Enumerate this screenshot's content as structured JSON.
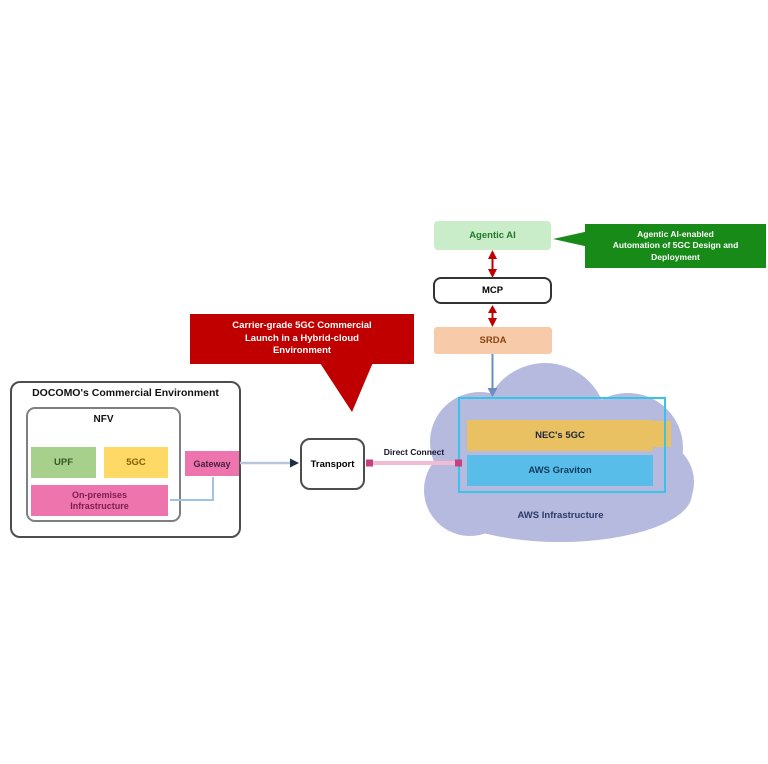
{
  "canvas": {
    "background": "#ffffff"
  },
  "ai_stack": {
    "agentic_ai": {
      "label": "Agentic AI",
      "fill": "#c9ecc9",
      "text_color": "#217a2b"
    },
    "mcp": {
      "label": "MCP",
      "fill": "#ffffff",
      "border_color": "#333333",
      "text_color": "#000000"
    },
    "srda": {
      "label": "SRDA",
      "fill": "#f7cbaa",
      "text_color": "#8a4413"
    },
    "arrow_color": "#c00000",
    "deploy_arrow_color": "#6b8fc2"
  },
  "callouts": {
    "green": {
      "lines": [
        "Agentic AI-enabled",
        "Automation of 5GC Design and",
        "Deployment"
      ],
      "fill": "#188a18",
      "text_color": "#ffffff"
    },
    "red": {
      "lines": [
        "Carrier-grade 5GC Commercial",
        "Launch in a Hybrid-cloud",
        "Environment"
      ],
      "fill": "#c00000",
      "text_color": "#ffffff"
    }
  },
  "docomo": {
    "title": "DOCOMO's Commercial Environment",
    "nfv": {
      "title": "NFV",
      "upf": {
        "label": "UPF",
        "fill": "#a8d08d",
        "text_color": "#375623"
      },
      "five_gc": {
        "label": "5GC",
        "fill": "#ffd966",
        "text_color": "#7f6000"
      },
      "onprem": {
        "lines": [
          "On-premises",
          "Infrastructure"
        ],
        "fill": "#ee74ae",
        "text_color": "#7b1e4e"
      }
    },
    "gateway": {
      "label": "Gateway",
      "fill": "#ee74ae",
      "text_color": "#4a2040"
    }
  },
  "transport": {
    "label": "Transport"
  },
  "link": {
    "label": "Direct Connect",
    "line_color": "#f3bcd3",
    "endpoint_color": "#c2417e"
  },
  "aws": {
    "caption": "AWS Infrastructure",
    "nec_5gc": {
      "label": "NEC's 5GC",
      "fill": "#e9c162",
      "text_color": "#20283c"
    },
    "graviton": {
      "label": "AWS Graviton",
      "fill": "#58bde8",
      "text_color": "#123a5e"
    },
    "cloud_color": "#b6badf",
    "frame_color": "#35c4ea"
  }
}
